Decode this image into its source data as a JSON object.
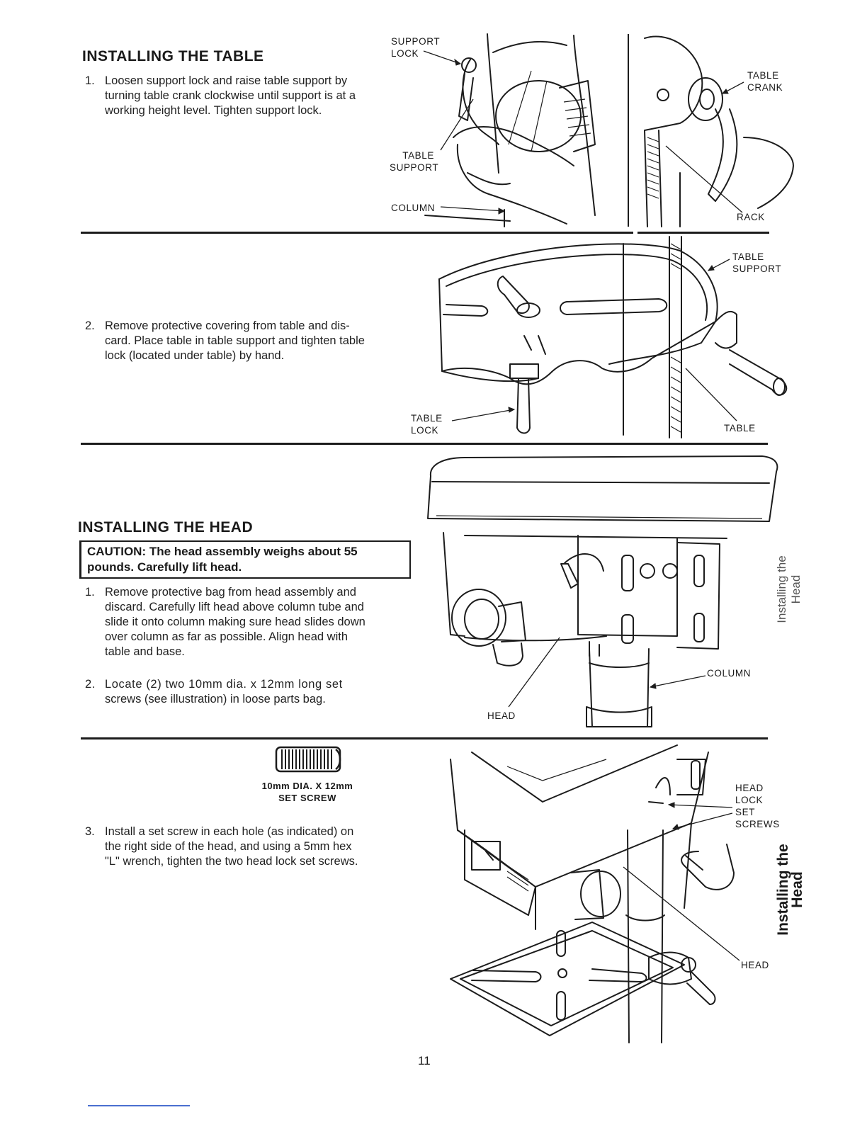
{
  "section_table": {
    "heading": "INSTALLING THE TABLE",
    "step1_num": "1.",
    "step1_lines": [
      "Loosen support lock and raise table support by",
      "turning table crank clockwise until support is at a",
      "working height level. Tighten support lock."
    ],
    "fig1_callouts": {
      "support_lock": [
        "SUPPORT",
        "LOCK"
      ],
      "table_support": [
        "TABLE",
        "SUPPORT"
      ],
      "column": "COLUMN",
      "table_crank": [
        "TABLE",
        "CRANK"
      ],
      "rack": "RACK"
    },
    "step2_num": "2.",
    "step2_lines": [
      "Remove protective covering from table and dis-",
      "card. Place table in table support and tighten table",
      "lock (located under table) by hand."
    ],
    "fig2_callouts": {
      "table_support": [
        "TABLE",
        "SUPPORT"
      ],
      "table_lock": [
        "TABLE",
        "LOCK"
      ],
      "table": "TABLE"
    }
  },
  "section_head": {
    "heading": "INSTALLING THE HEAD",
    "caution_lines": [
      "CAUTION: The head assembly weighs about 55",
      "pounds. Carefully lift head."
    ],
    "step1_num": "1.",
    "step1_lines": [
      "Remove protective bag from head assembly and",
      "discard. Carefully lift head above column tube and",
      "slide it onto column making sure head slides down",
      "over column as far as possible. Align head with",
      "table and base."
    ],
    "step2_num": "2.",
    "step2_lines": [
      "Locate (2) two 10mm dia. x 12mm long set",
      "screws (see illustration) in loose parts bag."
    ],
    "fig3_callouts": {
      "column": "COLUMN",
      "head": "HEAD"
    },
    "side_tab": [
      "Installing the",
      "Head"
    ],
    "screw_caption": [
      "10mm DIA. X 12mm",
      "SET SCREW"
    ],
    "step3_num": "3.",
    "step3_lines": [
      "Install a set screw in each hole (as indicated) on",
      "the right side of the head, and using a 5mm hex",
      "\"L\" wrench, tighten the two head lock set screws."
    ],
    "fig4_callouts": {
      "head_lock_set_screws": [
        "HEAD",
        "LOCK",
        "SET",
        "SCREWS"
      ],
      "head": "HEAD"
    },
    "side_tab_2": [
      "Installing the",
      "Head"
    ]
  },
  "page_number": "11"
}
